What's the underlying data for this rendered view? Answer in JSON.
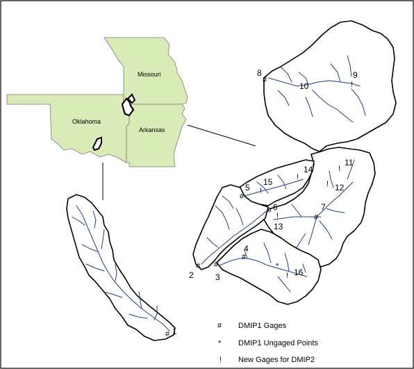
{
  "states": [
    {
      "id": "missouri",
      "label": "Missouri"
    },
    {
      "id": "oklahoma",
      "label": "Oklahoma"
    },
    {
      "id": "arkansas",
      "label": "Arkansas"
    }
  ],
  "numbers": {
    "n1": "1",
    "n2": "2",
    "n3": "3",
    "n4": "4",
    "n5": "5",
    "n6": "6",
    "n7": "7",
    "n8": "8",
    "n9": "9",
    "n10": "10",
    "n11": "11",
    "n12": "12",
    "n13": "13",
    "n14": "14",
    "n15": "15",
    "n16": "16"
  },
  "legend": {
    "items": [
      {
        "symbol": "#",
        "label": "DMIP1 Gages"
      },
      {
        "symbol": "*",
        "label": "DMIP1 Ungaged Points"
      },
      {
        "symbol": "!",
        "label": "New Gages for DMIP2"
      }
    ]
  },
  "colors": {
    "state_fill": "#d9ecb8",
    "state_stroke": "#7a7a7a",
    "river": "#1f3d8f",
    "basin_outline": "#000000"
  }
}
